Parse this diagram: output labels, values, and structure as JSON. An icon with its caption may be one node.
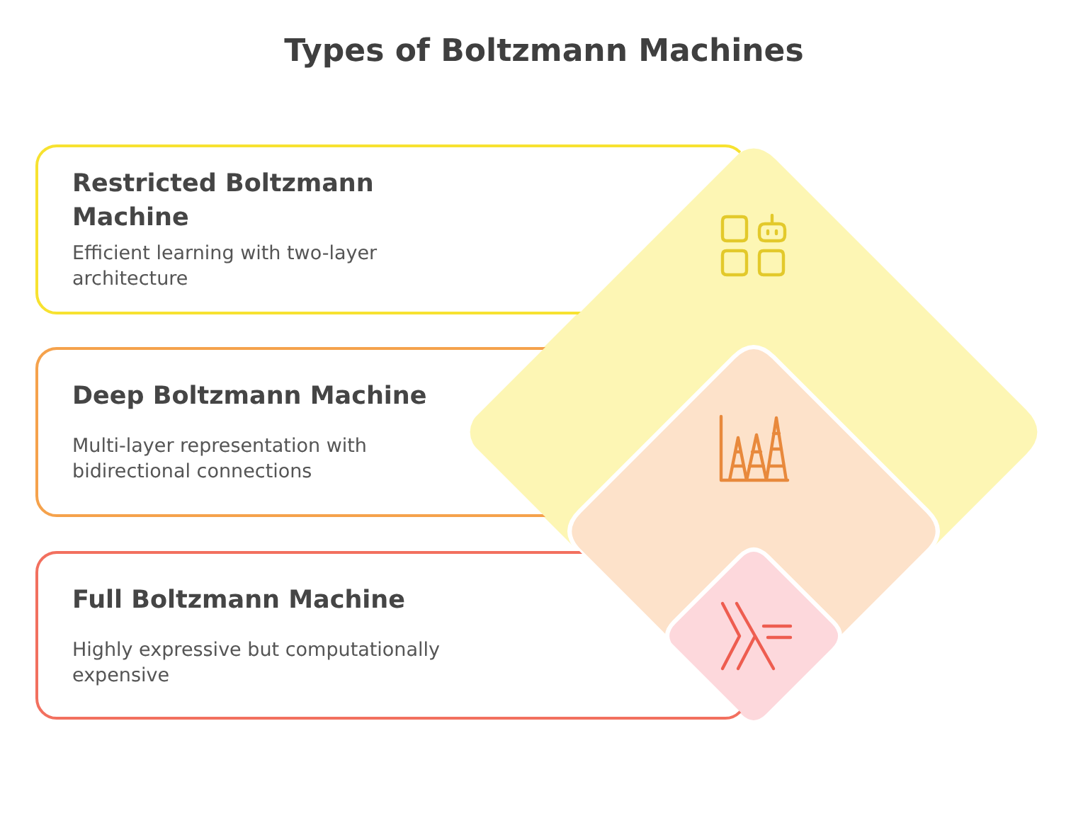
{
  "diagram": {
    "title": "Types of Boltzmann Machines",
    "nodes": [
      {
        "text": [
          "Restricted Boltzmann Machine",
          "Efficient learning with two-layer architecture"
        ]
      },
      {
        "text": [
          "Deep Boltzmann Machine",
          "Multi-layer representation with bidirectional connections"
        ]
      },
      {
        "text": [
          "Full Boltzmann Machine",
          "Highly expressive but computationally expensive"
        ]
      }
    ]
  }
}
